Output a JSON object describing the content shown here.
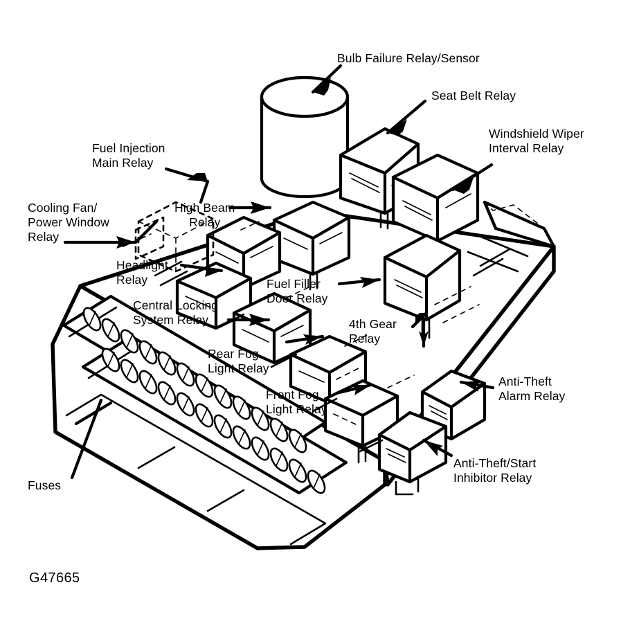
{
  "figure": {
    "id_code": "G47665",
    "kind": "automotive-relay-fuse-box-exploded-diagram",
    "line_color": "#000000",
    "background_color": "#ffffff"
  },
  "labels": {
    "bulb_failure": "Bulb Failure Relay/Sensor",
    "seat_belt": "Seat Belt Relay",
    "windshield_wiper": "Windshield Wiper\nInterval Relay",
    "fuel_injection": "Fuel Injection\nMain Relay",
    "cooling_fan": "Cooling Fan/\nPower Window\nRelay",
    "high_beam": "High Beam\nRelay",
    "headlight": "Headlight\nRelay",
    "central_locking": "Central Locking\nSystem Relay",
    "fuel_filler": "Fuel Filler\nDoor Relay",
    "fourth_gear": "4th Gear\nRelay",
    "rear_fog": "Rear Fog\nLight Relay",
    "front_fog": "Front Fog\nLight Relay",
    "anti_theft_alarm": "Anti-Theft\nAlarm Relay",
    "anti_theft_start": "Anti-Theft/Start\nInhibitor Relay",
    "fuses": "Fuses"
  }
}
